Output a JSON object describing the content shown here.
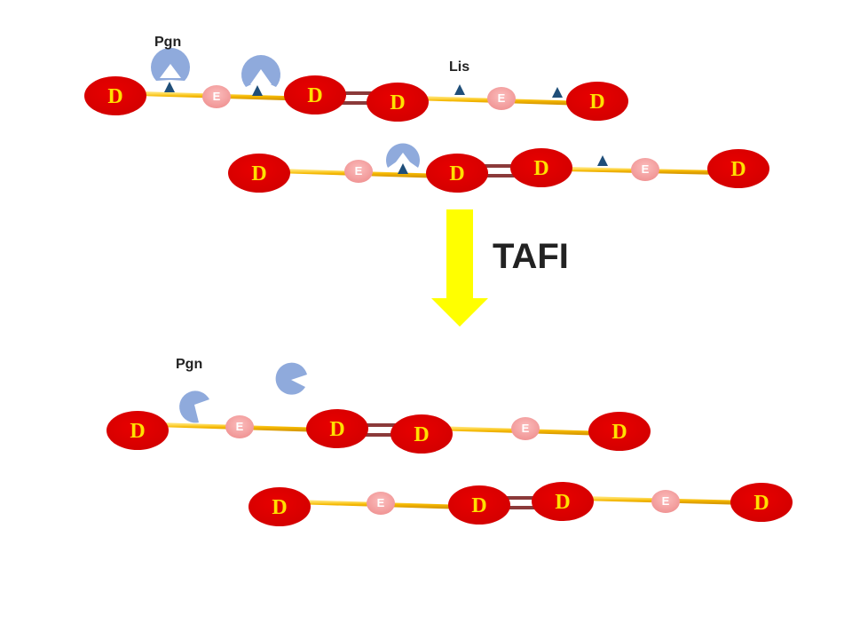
{
  "labels": {
    "pgn_top": "Pgn",
    "lis": "Lis",
    "tafi": "TAFI",
    "pgn_bottom": "Pgn"
  },
  "domain_letters": {
    "d": "D",
    "e": "E"
  },
  "colors": {
    "d_fill": "#e00000",
    "d_text": "#ffe000",
    "e_fill": "#f7a6a6",
    "e_text": "#ffffff",
    "rod": "#f5b800",
    "crosslink": "#8b3a3a",
    "plasminogen": "#8faadc",
    "lysine": "#1f4e79",
    "arrow": "#ffff00"
  },
  "icons": {
    "plasminogen": "pac-shape-icon",
    "lysine": "triangle-icon",
    "arrow": "down-arrow-icon"
  }
}
